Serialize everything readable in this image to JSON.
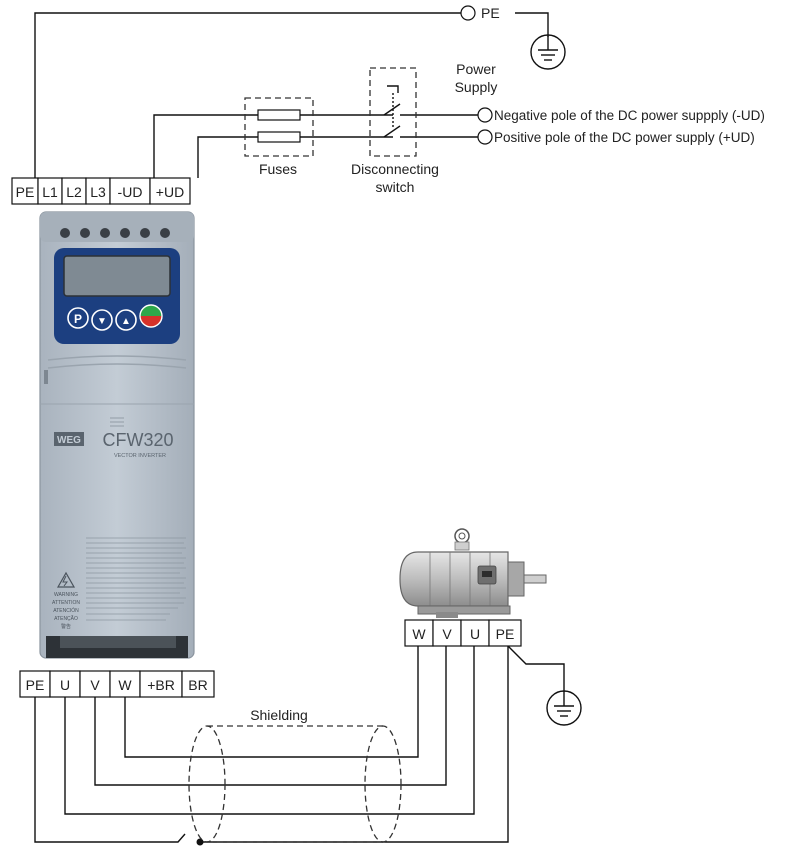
{
  "top_terminals": [
    "PE",
    "L1",
    "L2",
    "L3",
    "-UD",
    "+UD"
  ],
  "bottom_terminals": [
    "PE",
    "U",
    "V",
    "W",
    "+BR",
    "BR"
  ],
  "motor_terminals": [
    "W",
    "V",
    "U",
    "PE"
  ],
  "labels": {
    "pe": "PE",
    "power_supply_line1": "Power",
    "power_supply_line2": "Supply",
    "negative_pole": "Negative pole of the DC power suppply (-UD)",
    "positive_pole": "Positive pole of the DC power supply (+UD)",
    "fuses": "Fuses",
    "switch_line1": "Disconnecting",
    "switch_line2": "switch",
    "shielding": "Shielding"
  },
  "inverter": {
    "brand": "WEG",
    "model": "CFW320",
    "model_subtitle": "VECTOR INVERTER",
    "warning_labels": [
      "WARNING",
      "ATTENTION",
      "ATENCIÓN",
      "ATENÇÃO",
      "警告"
    ],
    "keypad_buttons": [
      "P",
      "▼",
      "▲",
      "I/O"
    ]
  },
  "colors": {
    "inverter_body": "#b9c2cc",
    "keypad": "#1c3f80",
    "display": "#7f8a93",
    "start_green": "#2ea84a",
    "stop_red": "#d6322a"
  }
}
